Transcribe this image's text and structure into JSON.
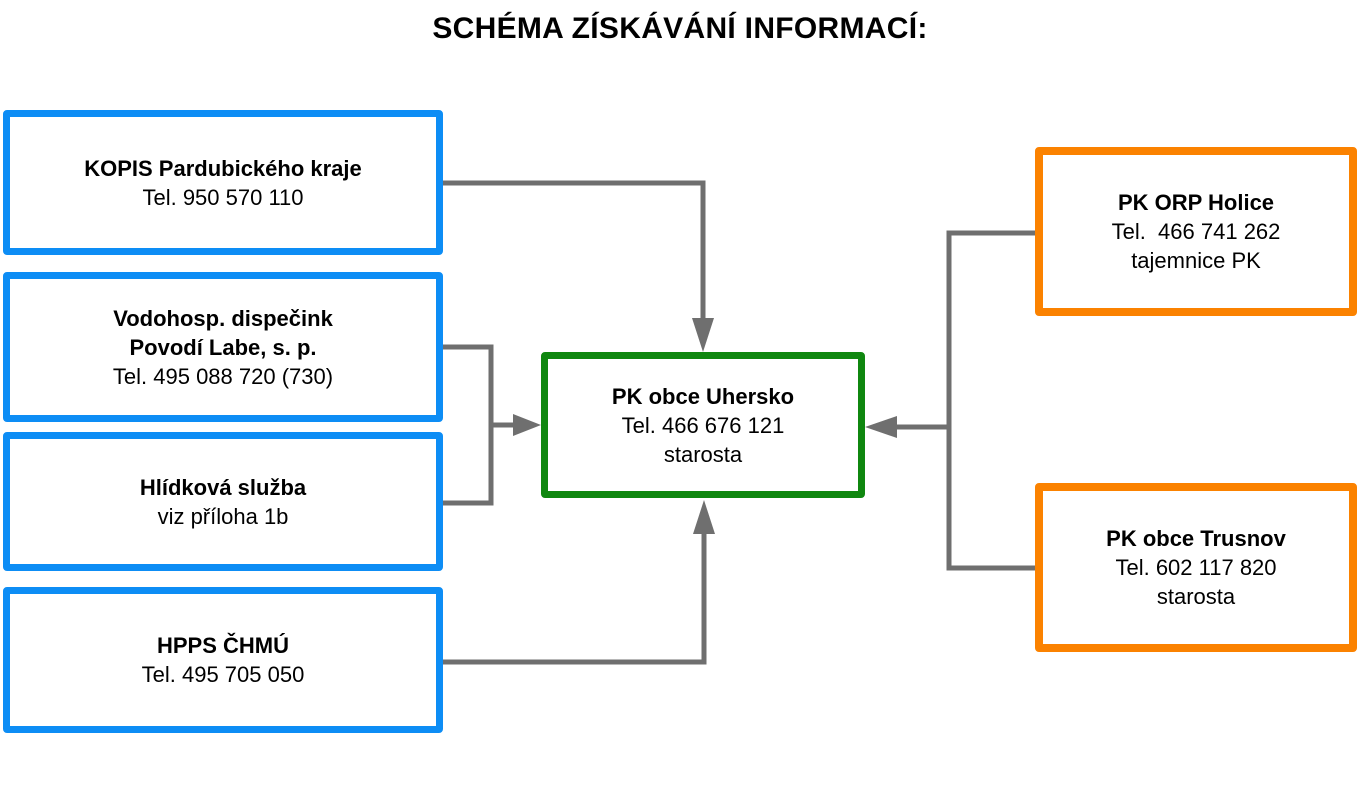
{
  "title": "SCHÉMA ZÍSKÁVÁNÍ INFORMACÍ:",
  "colors": {
    "blue": "#0D8DF5",
    "green": "#0F870F",
    "orange": "#FB8200",
    "gray": "#6F6F6F",
    "text": "#000000",
    "bg": "#FFFFFF"
  },
  "nodes": {
    "kopis": {
      "title": "KOPIS Pardubického kraje",
      "tel": "Tel. 950 570 110"
    },
    "vodohosp": {
      "title": "Vodohosp. dispečink",
      "title2": "Povodí Labe, s. p.",
      "tel": "Tel. 495 088 720 (730)"
    },
    "hlidkova": {
      "title": "Hlídková služba",
      "note": "viz příloha 1b"
    },
    "hpps": {
      "title": "HPPS ČHMÚ",
      "tel": "Tel. 495 705 050"
    },
    "uhersko": {
      "title": "PK obce Uhersko",
      "tel": "Tel. 466 676 121",
      "role": "starosta"
    },
    "holice": {
      "title": "PK ORP Holice",
      "tel": "Tel.  466 741 262",
      "role": "tajemnice PK"
    },
    "trusnov": {
      "title": "PK obce Trusnov",
      "tel": "Tel. 602 117 820",
      "role": "starosta"
    }
  },
  "edges": [
    {
      "from": "KOPIS Pardubického kraje",
      "to": "PK obce Uhersko",
      "entry": "top"
    },
    {
      "from": "Vodohosp. dispečink Povodí Labe, s. p.",
      "to": "PK obce Uhersko",
      "entry": "left"
    },
    {
      "from": "Hlídková služba",
      "to": "PK obce Uhersko",
      "entry": "left"
    },
    {
      "from": "HPPS ČHMÚ",
      "to": "PK obce Uhersko",
      "entry": "bottom"
    },
    {
      "from": "PK ORP Holice",
      "to": "PK obce Uhersko",
      "entry": "right"
    },
    {
      "from": "PK obce Trusnov",
      "to": "PK obce Uhersko",
      "entry": "right"
    }
  ]
}
